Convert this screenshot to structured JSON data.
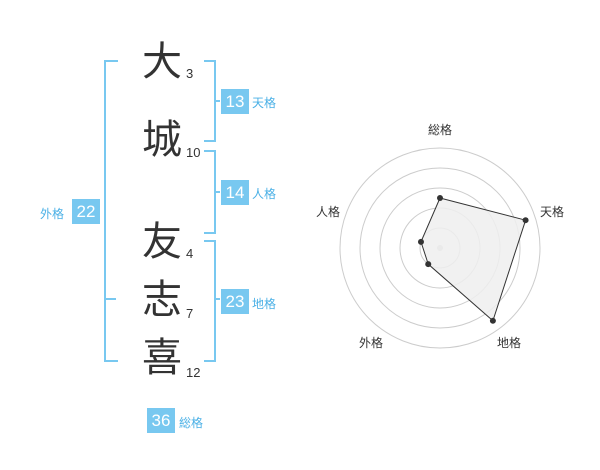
{
  "name": {
    "characters": [
      {
        "char": "大",
        "strokes": "3"
      },
      {
        "char": "城",
        "strokes": "10"
      },
      {
        "char": "友",
        "strokes": "4"
      },
      {
        "char": "志",
        "strokes": "7"
      },
      {
        "char": "喜",
        "strokes": "12"
      }
    ]
  },
  "kaku": {
    "tenkaku": {
      "value": "13",
      "label": "天格"
    },
    "jinkaku": {
      "value": "14",
      "label": "人格"
    },
    "chikaku": {
      "value": "23",
      "label": "地格"
    },
    "gaikaku": {
      "value": "22",
      "label": "外格"
    },
    "soukaku": {
      "value": "36",
      "label": "総格"
    }
  },
  "colors": {
    "accent": "#78c8f0",
    "accent_text": "#4ab0e6",
    "text": "#333333",
    "radar_fill": "#efefef",
    "radar_ring": "#cccccc"
  },
  "chart_data": {
    "type": "radar",
    "axes": [
      "総格",
      "天格",
      "地格",
      "外格",
      "人格"
    ],
    "values": [
      2.5,
      4.5,
      4.5,
      1,
      1
    ],
    "rmax": 5,
    "rings": 5
  }
}
